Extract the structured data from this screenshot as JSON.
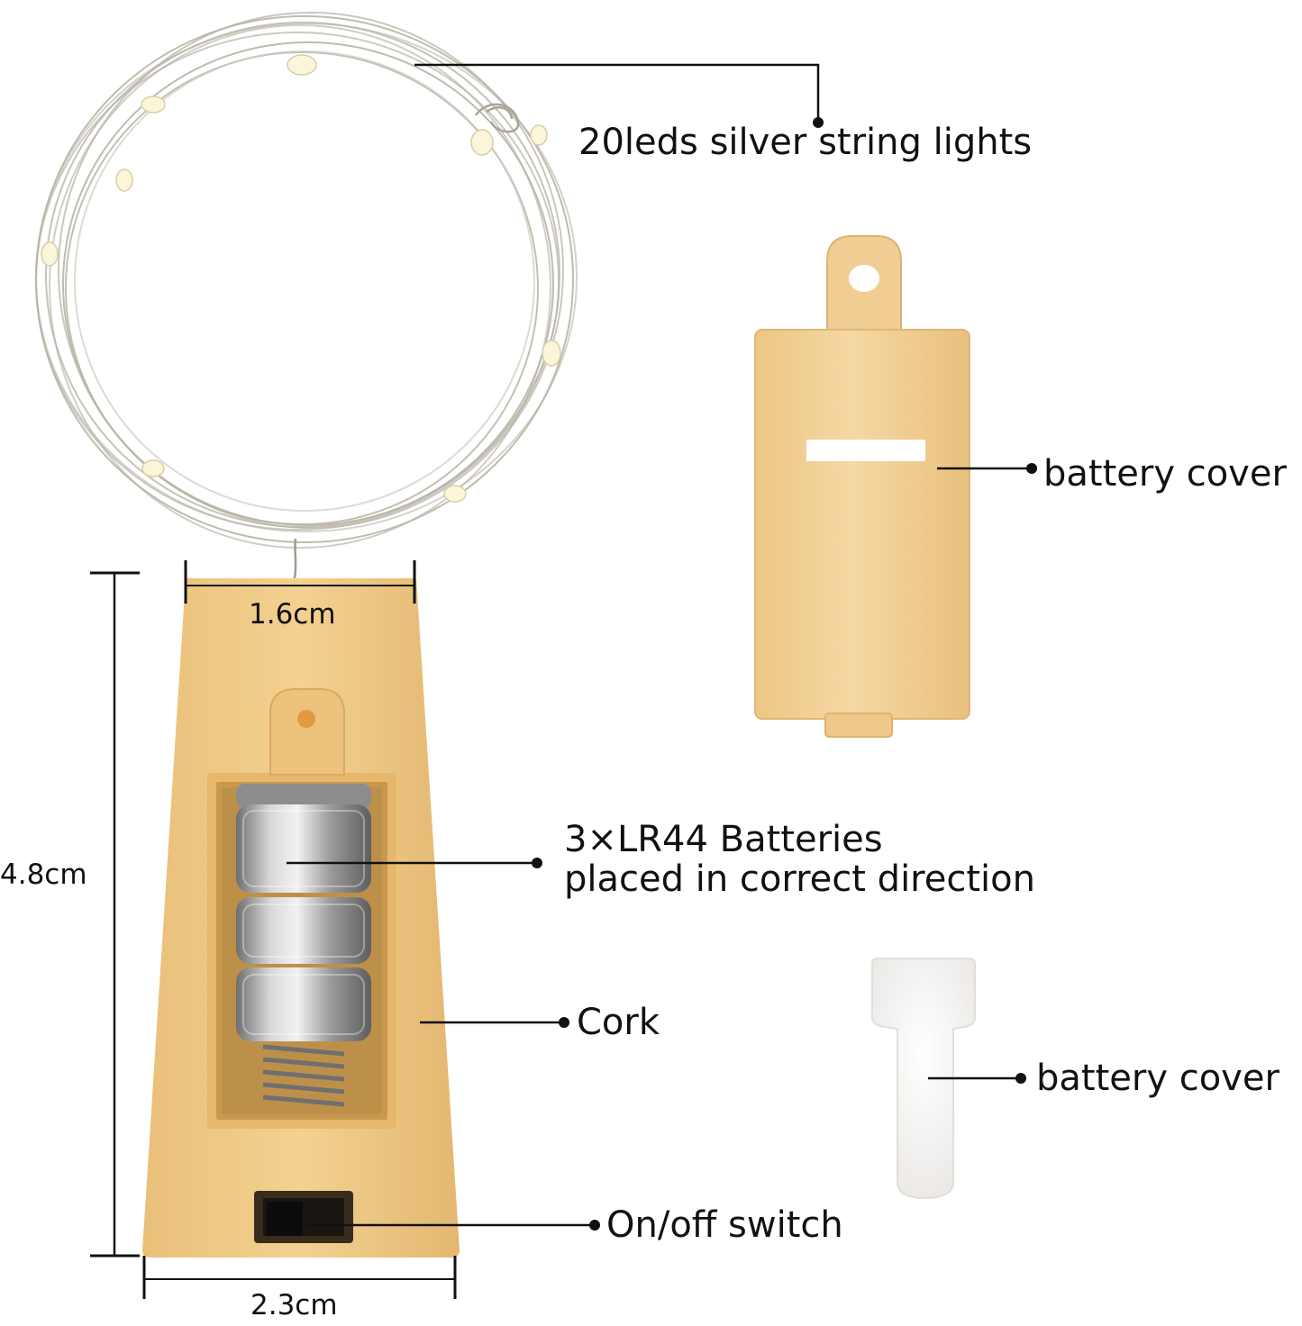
{
  "labels": {
    "string_lights": "20leds silver string lights",
    "battery_cover_top": "battery cover",
    "batteries_line1": "3×LR44 Batteries",
    "batteries_line2": "placed in correct direction",
    "cork": "Cork",
    "battery_cover_bottom": "battery cover",
    "switch": "On/off switch"
  },
  "dimensions": {
    "top_width": "1.6cm",
    "height": "4.8cm",
    "bottom_width": "2.3cm"
  },
  "colors": {
    "cork": "#f1cc8a",
    "cork_shadow": "#e2b468",
    "cork_dark": "#c99a50",
    "cover": "#f1cf96",
    "cover_shadow": "#dfb772",
    "battery": "#a9a9a9",
    "battery_light": "#e8e8e8",
    "wire": "#b8b4a6",
    "plug": "#f6f4f2",
    "line": "#111111"
  }
}
